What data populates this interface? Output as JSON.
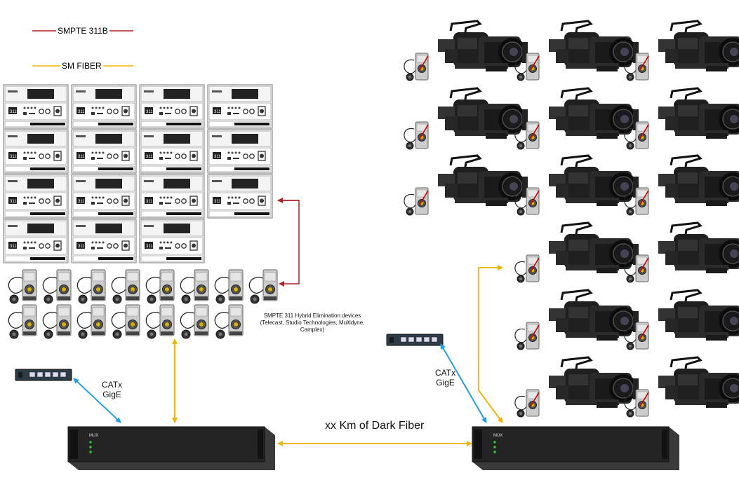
{
  "legend": {
    "smpte": {
      "label": "SMPTE 311B",
      "color": "#b22222"
    },
    "fiber": {
      "label": "SM FIBER",
      "color": "#f0b400"
    }
  },
  "labels": {
    "hybrid_devices": "SMPTE 311 Hybrid Elimination devices (Telecast, Studio Technologies, Multidyne, Camplex)",
    "catx_left_1": "CATx",
    "catx_left_2": "GigE",
    "catx_right_1": "CATx",
    "catx_right_2": "GigE",
    "dark_fiber": "xx Km of Dark Fiber"
  },
  "colors": {
    "fiber": "#f0b400",
    "smpte": "#b22222",
    "ethernet": "#1ea0e6",
    "equipment": "#2b2b2b"
  },
  "icons": {
    "ccu": "camera-control-unit-icon",
    "adapter": "fiber-adapter-icon",
    "camera": "camcorder-icon",
    "switch": "network-switch-icon",
    "mux": "fiber-multiplexer-icon"
  }
}
